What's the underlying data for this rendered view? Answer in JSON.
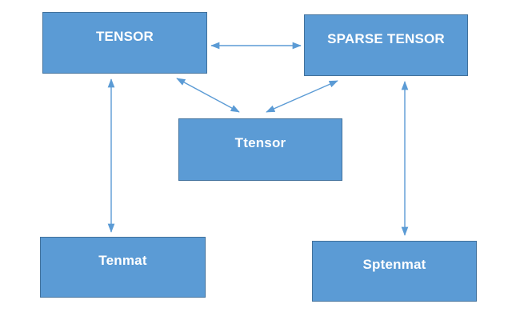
{
  "diagram": {
    "nodes": [
      {
        "id": "tensor",
        "label": "TENSOR"
      },
      {
        "id": "sparse-tensor",
        "label": "SPARSE TENSOR"
      },
      {
        "id": "ttensor",
        "label": "Ttensor"
      },
      {
        "id": "tenmat",
        "label": "Tenmat"
      },
      {
        "id": "sptenmat",
        "label": "Sptenmat"
      }
    ],
    "edges": [
      {
        "from": "tensor",
        "to": "sparse-tensor",
        "bidirectional": true
      },
      {
        "from": "tensor",
        "to": "ttensor",
        "bidirectional": true
      },
      {
        "from": "sparse-tensor",
        "to": "ttensor",
        "bidirectional": true
      },
      {
        "from": "tensor",
        "to": "tenmat",
        "bidirectional": true
      },
      {
        "from": "sparse-tensor",
        "to": "sptenmat",
        "bidirectional": true
      }
    ],
    "colors": {
      "node_fill": "#5B9BD5",
      "node_border": "#41719C",
      "arrow": "#5B9BD5",
      "text": "#FFFFFF",
      "background": "#FFFFFF"
    }
  }
}
